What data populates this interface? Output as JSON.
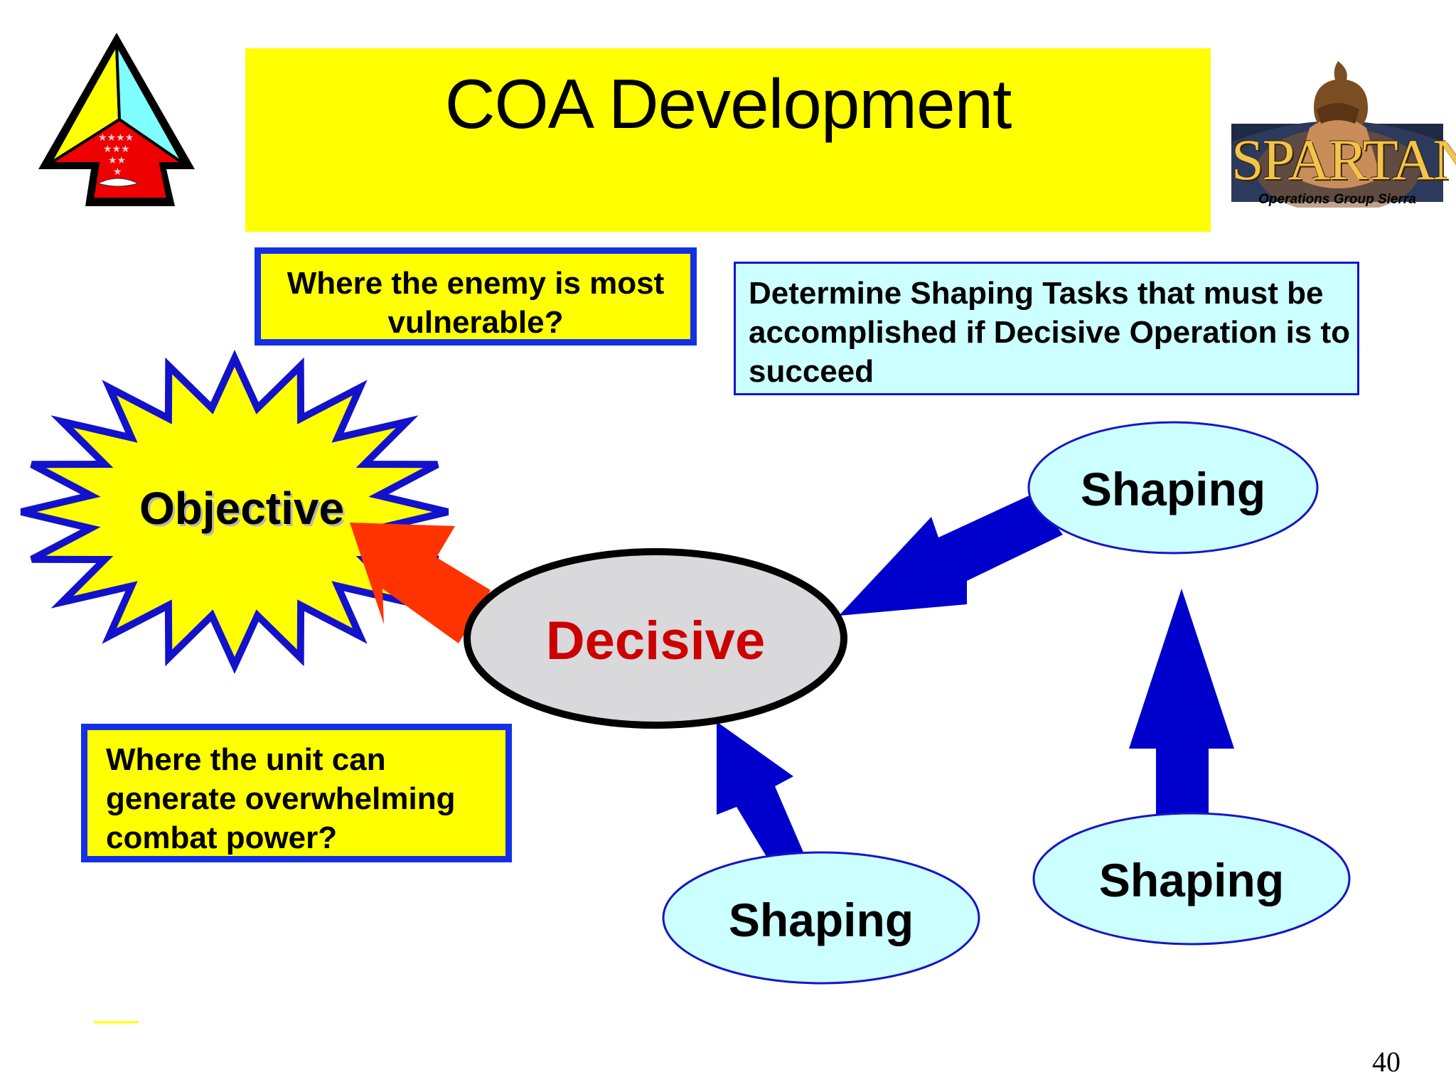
{
  "slide": {
    "title": "COA Development",
    "page_number": "40"
  },
  "logo_left": {
    "icon": "triangle-unit-insignia-icon"
  },
  "logo_right": {
    "icon": "spartan-warrior-icon",
    "wordmark": "SPARTAN",
    "subtitle": "Operations Group Sierra"
  },
  "callouts": {
    "enemy_vulnerable": "Where the enemy is most vulnerable?",
    "unit_power": "Where the unit can generate overwhelming combat power?",
    "shaping_tasks": "Determine Shaping Tasks that must be accomplished if Decisive Operation is to succeed"
  },
  "nodes": {
    "objective": "Objective",
    "decisive": "Decisive",
    "shaping_top_right": "Shaping",
    "shaping_bottom_center": "Shaping",
    "shaping_bottom_right": "Shaping"
  },
  "colors": {
    "title_bg": "#ffff00",
    "callout_border": "#1430e6",
    "info_bg": "#ccffff",
    "decisive_text": "#cc0000",
    "decisive_fill": "#d9d9dc",
    "arrow_blue": "#0000cc",
    "arrow_orange": "#ff3300",
    "starburst_fill": "#ffff00",
    "starburst_stroke": "#1212cc"
  }
}
